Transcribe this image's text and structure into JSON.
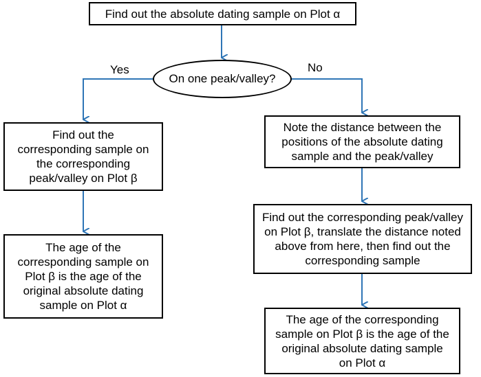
{
  "nodes": {
    "start": {
      "text": "Find out the absolute dating sample on Plot α"
    },
    "decision": {
      "text": "On one peak/valley?"
    },
    "left_1": {
      "text": "Find out the corresponding sample on the corresponding peak/valley on Plot β"
    },
    "left_2": {
      "text": "The age of the corresponding sample on Plot β is the age of the original absolute dating sample on Plot α"
    },
    "right_1": {
      "text": "Note the distance between the positions of the absolute dating sample and the peak/valley"
    },
    "right_2": {
      "text": "Find out the corresponding peak/valley on Plot β, translate the distance noted above from here, then find out the corresponding sample"
    },
    "right_3": {
      "text": "The age of the corresponding sample on Plot β is the age of the original absolute dating sample on Plot α"
    }
  },
  "edges": {
    "yes_label": "Yes",
    "no_label": "No"
  },
  "colors": {
    "arrow": "#2e75b6",
    "border": "#000000"
  }
}
